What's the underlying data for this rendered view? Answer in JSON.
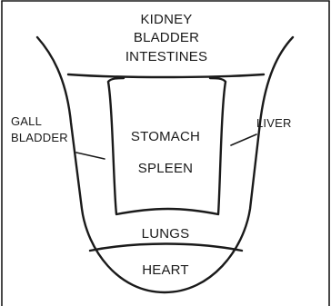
{
  "diagram": {
    "labels": {
      "top": [
        "KIDNEY",
        "BLADDER",
        "INTESTINES"
      ],
      "left": [
        "GALL",
        "BLADDER"
      ],
      "right": "LIVER",
      "center": [
        "STOMACH",
        "SPLEEN"
      ],
      "lower": "LUNGS",
      "bottom": "HEART"
    }
  }
}
